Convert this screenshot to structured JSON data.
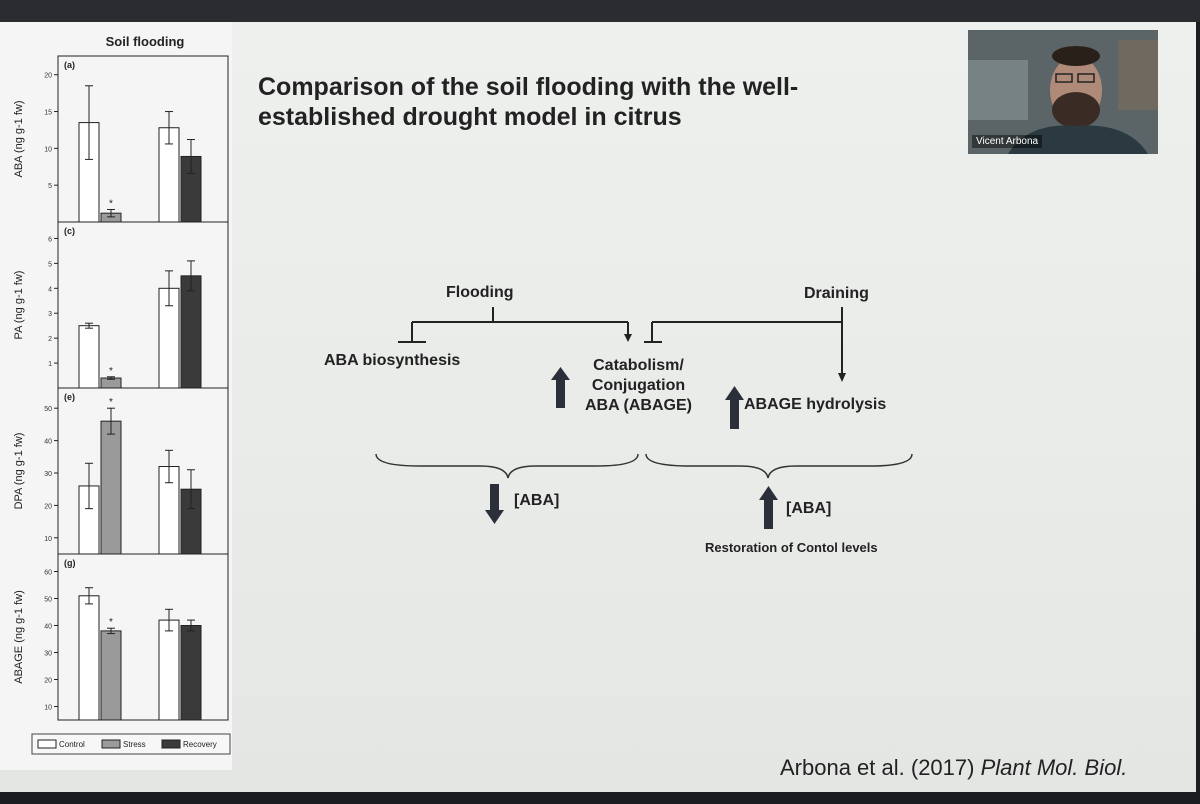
{
  "slide": {
    "title": "Comparison of the soil flooding with the well-established drought model in citrus",
    "title_line1": "Comparison of the soil flooding with the well-",
    "title_line2": "established drought model in citrus",
    "citation_authors": "Arbona et al. (2017)",
    "citation_journal": "Plant Mol. Biol."
  },
  "webcam": {
    "participant_name": "Vicent Arbona",
    "icon": "person-video-icon"
  },
  "diagram": {
    "flooding": "Flooding",
    "draining": "Draining",
    "aba_biosynthesis": "ABA biosynthesis",
    "catabolism_line1": "Catabolism/",
    "catabolism_line2": "Conjugation",
    "catabolism_line3": "ABA (ABAGE)",
    "abage_hydrolysis": "ABAGE hydrolysis",
    "aba_decrease": "[ABA]",
    "aba_increase": "[ABA]",
    "restoration": "Restoration of Contol levels",
    "up_arrow_color": "#2a2f3a",
    "down_arrow_color": "#2a2f3a"
  },
  "chart_data": {
    "type": "bar",
    "title": "Soil flooding",
    "categories": [
      "Control",
      "Stress",
      "Recovery"
    ],
    "legend": [
      "Control",
      "Stress",
      "Recovery"
    ],
    "legend_position": "bottom",
    "colors": {
      "Control": "#ffffff",
      "Stress": "#9a9a9a",
      "Recovery": "#3a3a3a"
    },
    "panels": [
      {
        "label": "(a)",
        "ylabel": "ABA (ng g-1 fw)",
        "ylim": [
          0,
          22
        ],
        "yticks": [
          5,
          10,
          15,
          20
        ],
        "groups": [
          {
            "values": [
              13.5,
              1.2
            ],
            "errors": [
              5.0,
              0.5
            ],
            "colors": [
              "Control",
              "Stress"
            ],
            "stars": [
              false,
              true
            ]
          },
          {
            "values": [
              12.8,
              8.9
            ],
            "errors": [
              2.2,
              2.3
            ],
            "colors": [
              "Control",
              "Recovery"
            ],
            "stars": [
              false,
              false
            ]
          }
        ]
      },
      {
        "label": "(c)",
        "ylabel": "PA (ng g-1 fw)",
        "ylim": [
          0,
          6.5
        ],
        "yticks": [
          1,
          2,
          3,
          4,
          5,
          6
        ],
        "groups": [
          {
            "values": [
              2.5,
              0.4
            ],
            "errors": [
              0.1,
              0.05
            ],
            "colors": [
              "Control",
              "Stress"
            ],
            "stars": [
              false,
              true
            ]
          },
          {
            "values": [
              4.0,
              4.5
            ],
            "errors": [
              0.7,
              0.6
            ],
            "colors": [
              "Control",
              "Recovery"
            ],
            "stars": [
              false,
              false
            ]
          }
        ]
      },
      {
        "label": "(e)",
        "ylabel": "DPA (ng g-1 fw)",
        "ylim": [
          5,
          55
        ],
        "yticks": [
          10,
          20,
          30,
          40,
          50
        ],
        "groups": [
          {
            "values": [
              26,
              46
            ],
            "errors": [
              7,
              4
            ],
            "colors": [
              "Control",
              "Stress"
            ],
            "stars": [
              false,
              true
            ]
          },
          {
            "values": [
              32,
              25
            ],
            "errors": [
              5,
              6
            ],
            "colors": [
              "Control",
              "Recovery"
            ],
            "stars": [
              false,
              false
            ]
          }
        ]
      },
      {
        "label": "(g)",
        "ylabel": "ABAGE (ng g-1 fw)",
        "ylim": [
          5,
          65
        ],
        "yticks": [
          10,
          20,
          30,
          40,
          50,
          60
        ],
        "groups": [
          {
            "values": [
              51,
              38
            ],
            "errors": [
              3,
              1
            ],
            "colors": [
              "Control",
              "Stress"
            ],
            "stars": [
              false,
              true
            ]
          },
          {
            "values": [
              42,
              40
            ],
            "errors": [
              4,
              2
            ],
            "colors": [
              "Control",
              "Recovery"
            ],
            "stars": [
              false,
              false
            ]
          }
        ]
      }
    ]
  }
}
